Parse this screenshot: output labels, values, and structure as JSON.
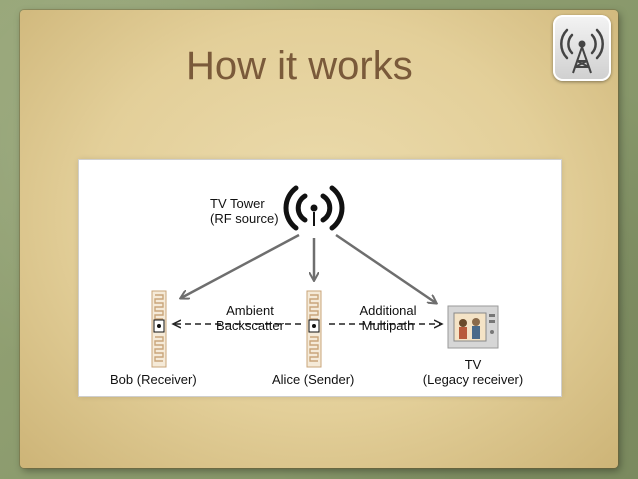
{
  "slide": {
    "title": "How it works"
  },
  "diagram": {
    "tower_label_line1": "TV Tower",
    "tower_label_line2": "(RF source)",
    "ambient_line1": "Ambient",
    "ambient_line2": "Backscatter",
    "multipath_line1": "Additional",
    "multipath_line2": "Multipath",
    "bob_label": "Bob (Receiver)",
    "alice_label": "Alice (Sender)",
    "tv_line1": "TV",
    "tv_line2": "(Legacy receiver)"
  },
  "icons": {
    "badge": "radio-tower-icon",
    "tower": "broadcast-tower-icon",
    "bob": "antenna-tag-icon",
    "alice": "antenna-tag-icon",
    "tv": "television-icon"
  },
  "colors": {
    "title": "#7a5a3a",
    "arrow": "#6e6e6e",
    "antenna": "#c9a57a"
  }
}
